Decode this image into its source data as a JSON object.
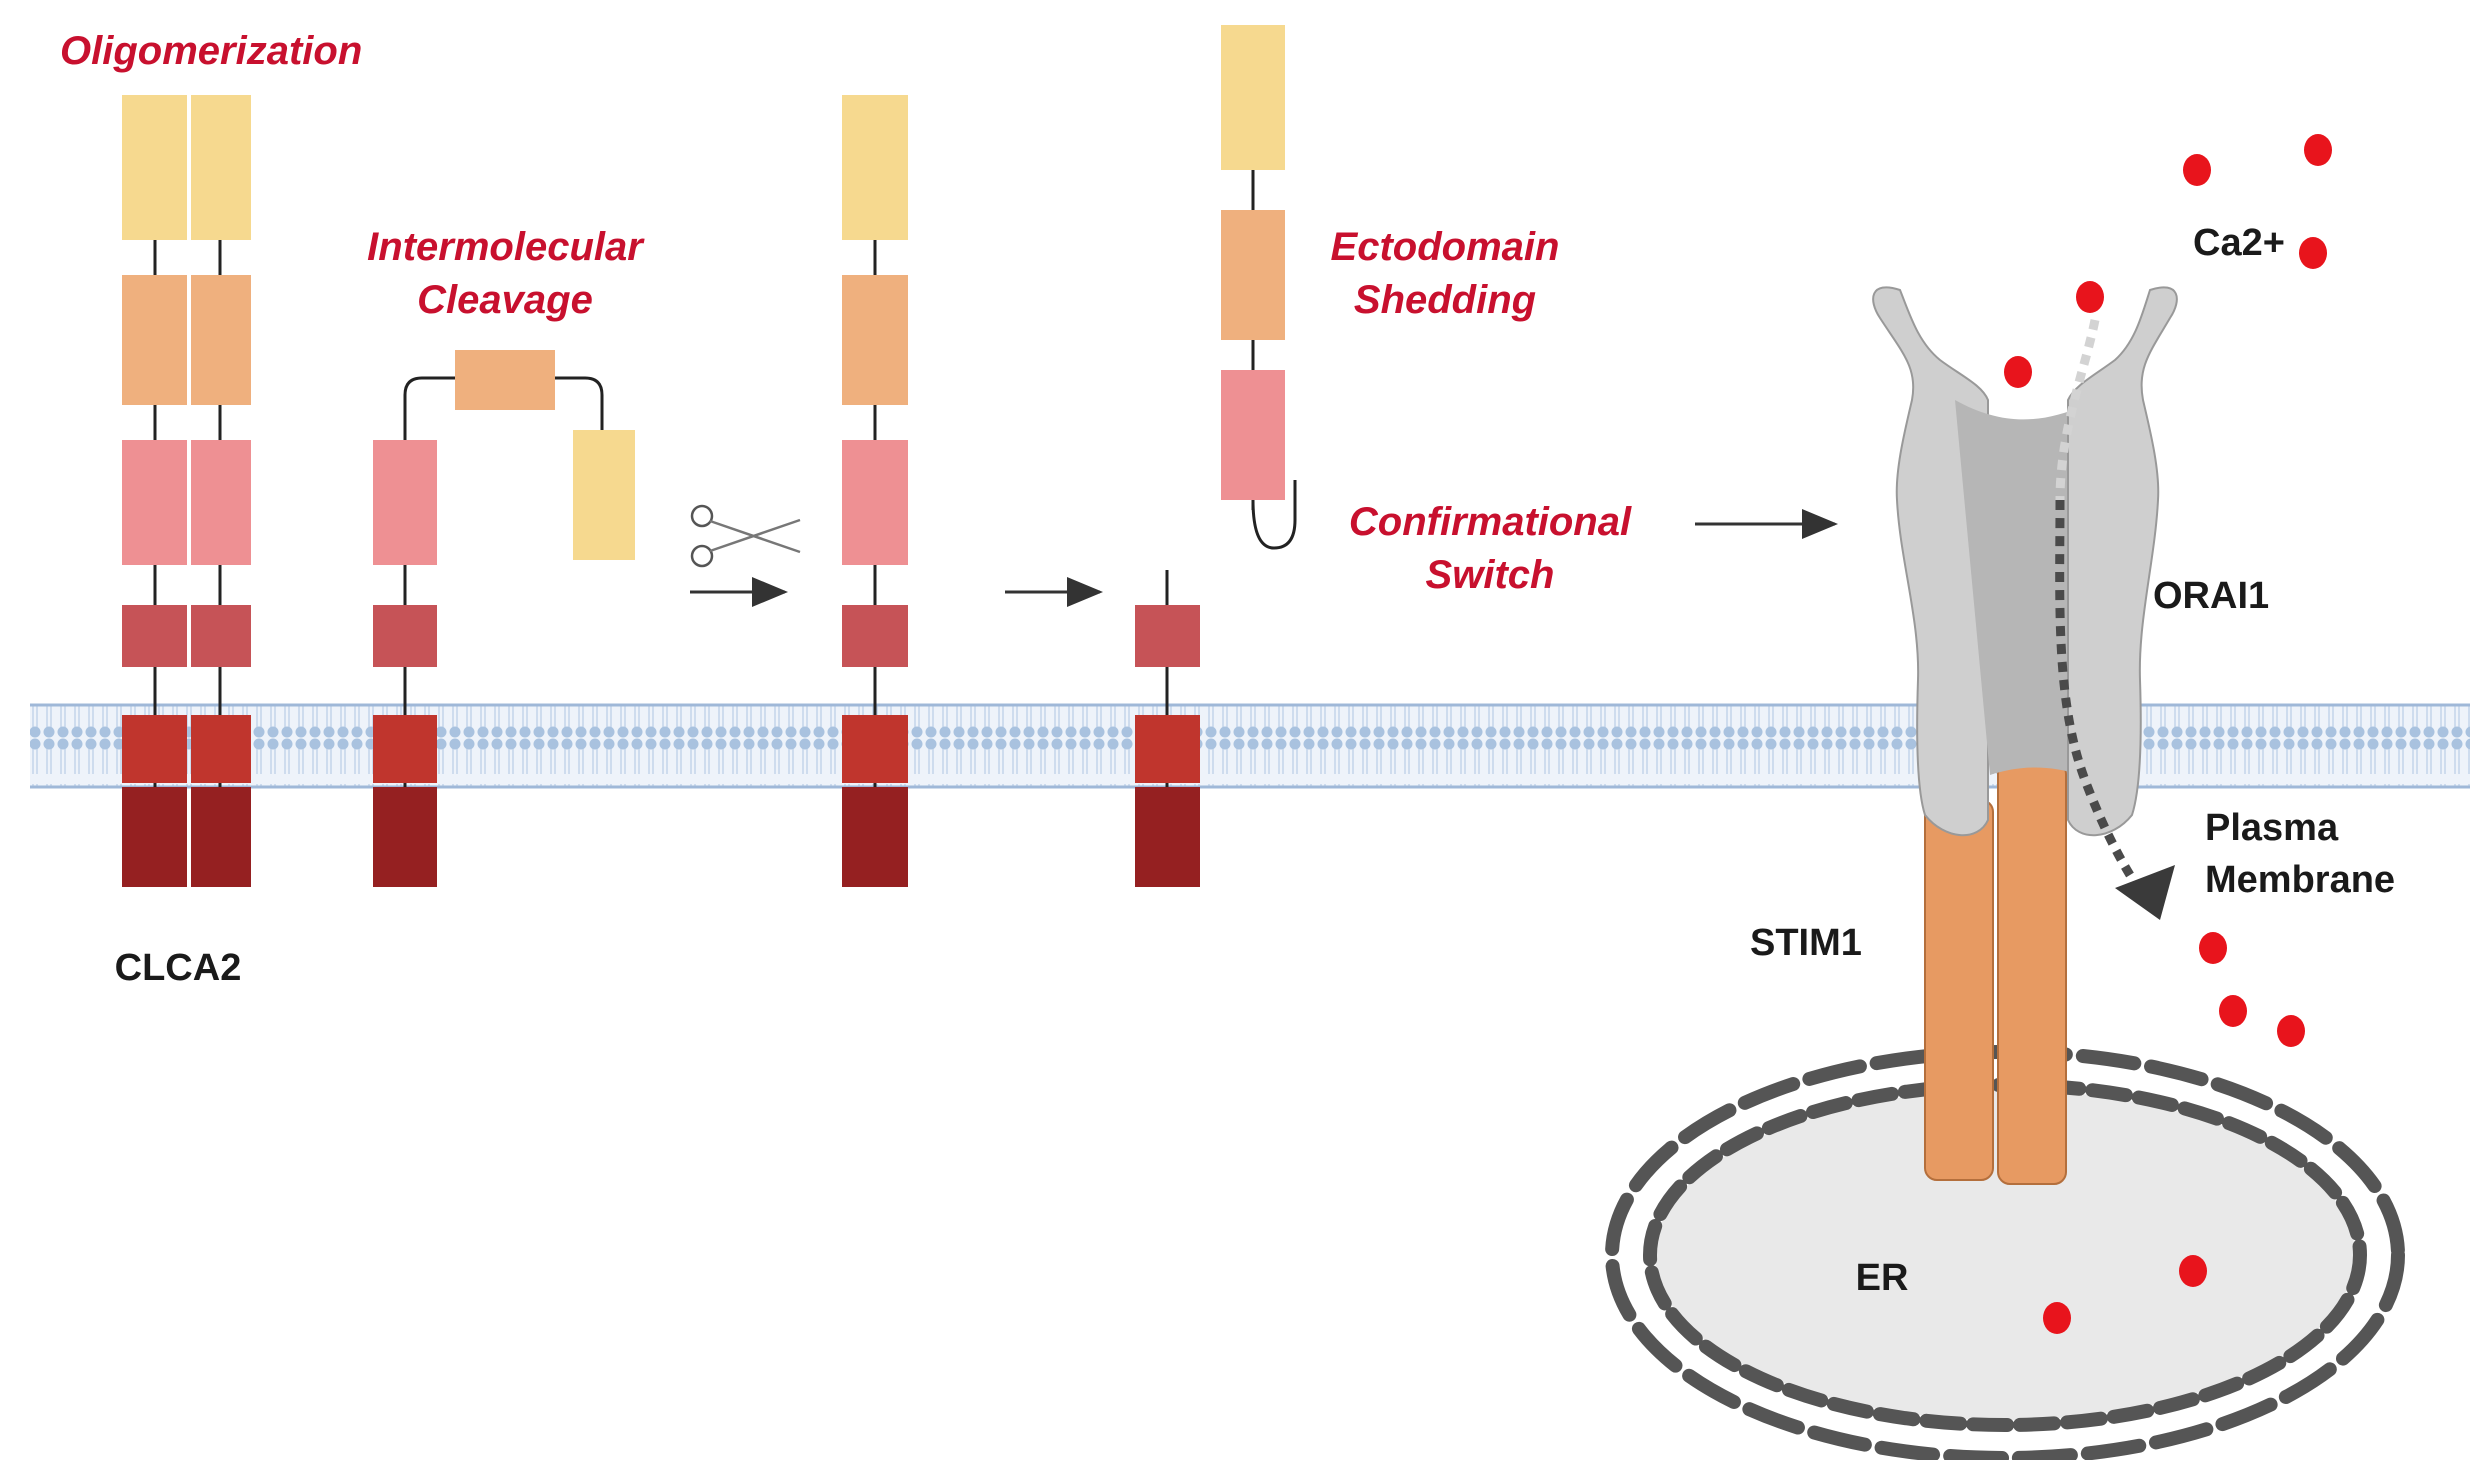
{
  "labels": {
    "oligomerization": "Oligomerization",
    "intermolecular_1": "Intermolecular",
    "intermolecular_2": "Cleavage",
    "ectodomain_1": "Ectodomain",
    "ectodomain_2": "Shedding",
    "confirmational_1": "Confirmational",
    "confirmational_2": "Switch",
    "clca2": "CLCA2",
    "orai1": "ORAI1",
    "stim1": "STIM1",
    "ca2": "Ca2+",
    "plasma_1": "Plasma",
    "plasma_2": "Membrane",
    "er": "ER"
  },
  "colors": {
    "domain_yellow": "#f6d98f",
    "domain_orange": "#efb07e",
    "domain_pink": "#ee9093",
    "domain_rose": "#c65357",
    "domain_red": "#c0352d",
    "domain_darkred": "#952021",
    "membrane": "#b7cde6",
    "calcium": "#e8141c",
    "label_red": "#c8102e",
    "stim1": "#e79a62",
    "orai1": "#cfcfcf",
    "er_fill": "#e9e9e9",
    "er_dash": "#555555"
  }
}
